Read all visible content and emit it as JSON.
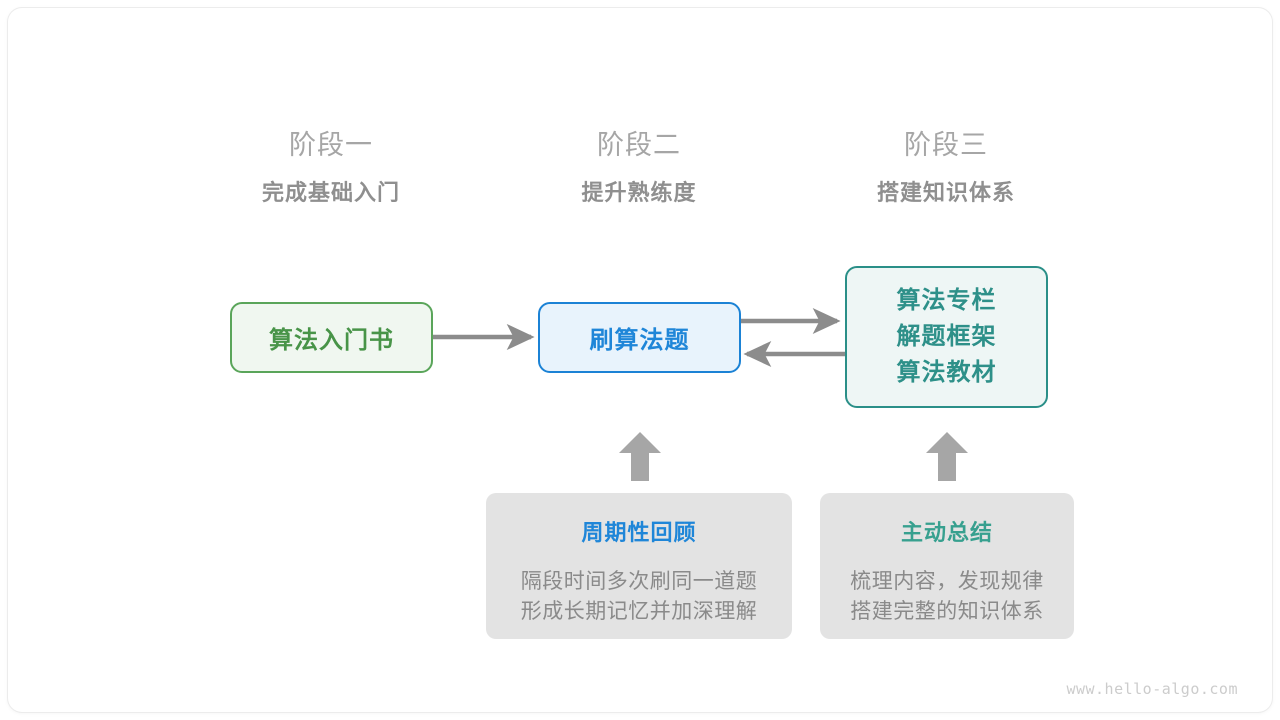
{
  "diagram": {
    "watermark": "www.hello-algo.com",
    "colors": {
      "green": "#489448",
      "green_border": "#5aa55a",
      "green_fill": "#f0f7f0",
      "blue": "#1f86d8",
      "blue_border": "#1b82d5",
      "blue_fill": "#e8f3fc",
      "teal": "#2e9089",
      "teal_border": "#2a8f88",
      "teal_fill": "#eef6f5",
      "note_fill": "#e3e3e3",
      "arrow_gray": "#8c8c8c",
      "stage_num_gray": "#a6a6a6",
      "stage_title_gray": "#8f8f8f",
      "note_body_gray": "#8a8a8a"
    },
    "stages": [
      {
        "number": "阶段一",
        "title": "完成基础入门"
      },
      {
        "number": "阶段二",
        "title": "提升熟练度"
      },
      {
        "number": "阶段三",
        "title": "搭建知识体系"
      }
    ],
    "nodes": [
      {
        "id": "book",
        "label": "算法入门书"
      },
      {
        "id": "practice",
        "label": "刷算法题"
      },
      {
        "id": "knowledge",
        "lines": [
          "算法专栏",
          "解题框架",
          "算法教材"
        ]
      }
    ],
    "notes": [
      {
        "id": "periodic-review",
        "title": "周期性回顾",
        "lines": [
          "隔段时间多次刷同一道题",
          "形成长期记忆并加深理解"
        ]
      },
      {
        "id": "active-summary",
        "title": "主动总结",
        "lines": [
          "梳理内容，发现规律",
          "搭建完整的知识体系"
        ]
      }
    ],
    "arrows": [
      {
        "id": "book-to-practice",
        "direction": "right"
      },
      {
        "id": "practice-to-knowledge",
        "direction": "right"
      },
      {
        "id": "knowledge-to-practice",
        "direction": "left"
      },
      {
        "id": "review-to-practice",
        "direction": "up"
      },
      {
        "id": "summary-to-knowledge",
        "direction": "up"
      }
    ]
  }
}
